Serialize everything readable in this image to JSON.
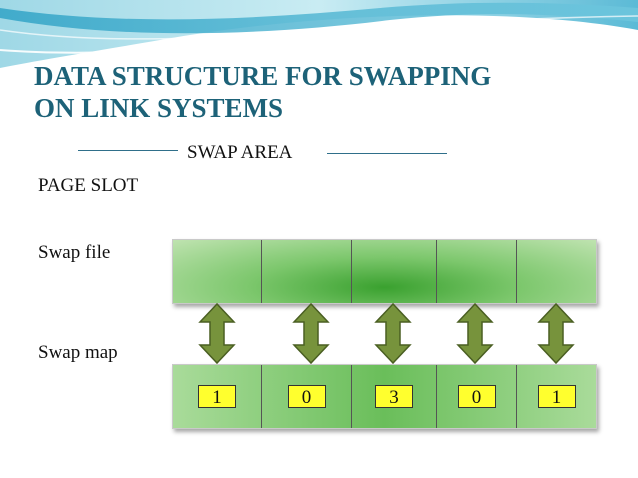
{
  "slide": {
    "title_lines": [
      "DATA STRUCTURE FOR SWAPPING",
      "ON LINK SYSTEMS"
    ],
    "swap_area_label": "SWAP AREA",
    "page_slot_label": "PAGE SLOT",
    "swap_file_label": "Swap file",
    "swap_map_label": "Swap map",
    "swap_map_values": [
      "1",
      "0",
      "3",
      "0",
      "1"
    ],
    "colors": {
      "title": "#1d6278",
      "arrow_fill": "#77933c",
      "badge_fill": "#ffff2e",
      "cell_green": "#6abe5a"
    }
  }
}
